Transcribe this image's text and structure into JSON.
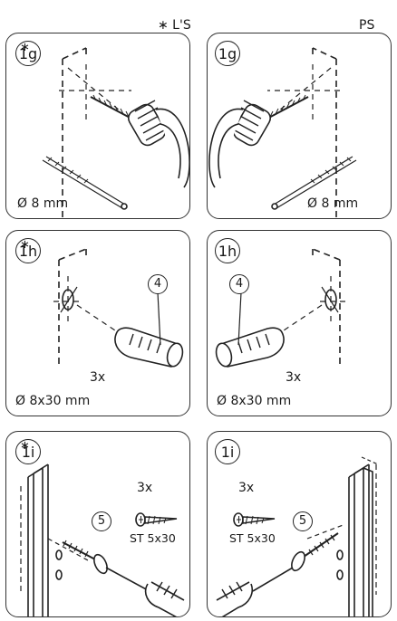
{
  "header": {
    "left_label": "∗ L'S",
    "right_label": "PS"
  },
  "panels": {
    "g_left": {
      "step": "1g",
      "marker": "∗",
      "spec": "Ø 8 mm"
    },
    "g_right": {
      "step": "1g",
      "spec": "Ø 8 mm"
    },
    "h_left": {
      "step": "1h",
      "marker": "∗",
      "part": "4",
      "qty": "3x",
      "spec": "Ø 8x30 mm"
    },
    "h_right": {
      "step": "1h",
      "part": "4",
      "qty": "3x",
      "spec": "Ø 8x30 mm"
    },
    "i_left": {
      "step": "1i",
      "marker": "∗",
      "part": "5",
      "qty": "3x",
      "spec": "ST 5x30"
    },
    "i_right": {
      "step": "1i",
      "part": "5",
      "qty": "3x",
      "spec": "ST 5x30"
    }
  }
}
